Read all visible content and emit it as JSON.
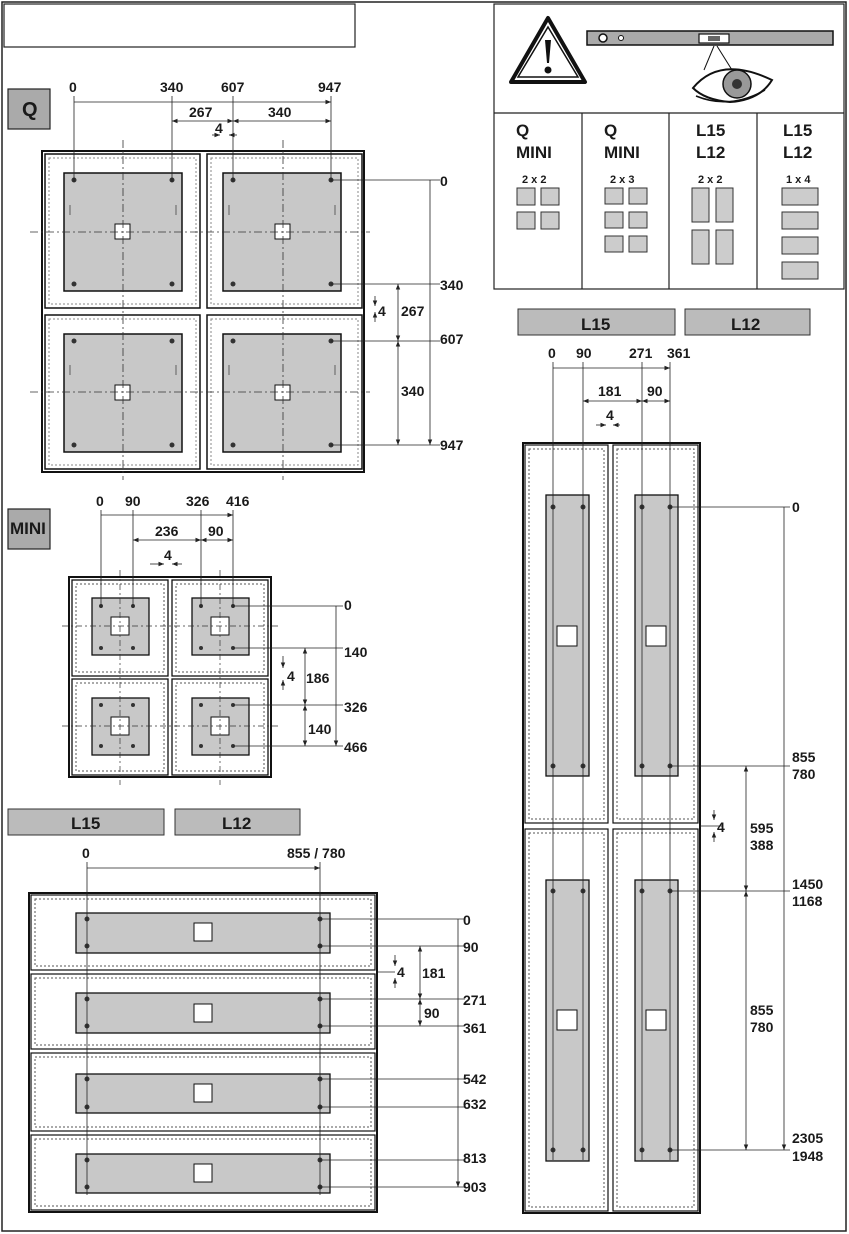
{
  "header": {
    "blank_box_text": ""
  },
  "warning": {
    "icon": "warning-triangle-icon",
    "level_icon": "spirit-level-icon",
    "eye_icon": "eye-icon"
  },
  "config_table": {
    "columns": [
      {
        "line1": "Q",
        "line2": "MINI",
        "layout": "2 x 2"
      },
      {
        "line1": "Q",
        "line2": "MINI",
        "layout": "2 x 3"
      },
      {
        "line1": "L15",
        "line2": "L12",
        "layout": "2 x 2"
      },
      {
        "line1": "L15",
        "line2": "L12",
        "layout": "1 x 4"
      }
    ]
  },
  "section_q": {
    "label": "Q",
    "top_dims": [
      "0",
      "340",
      "607",
      "947"
    ],
    "inner_top_dims": [
      "267",
      "340"
    ],
    "gap": "4",
    "right_dims": [
      "0",
      "340",
      "607",
      "947"
    ],
    "inner_right_dims": [
      "267",
      "340"
    ]
  },
  "section_mini": {
    "label": "MINI",
    "top_dims": [
      "0",
      "90",
      "326",
      "416"
    ],
    "inner_top_dims": [
      "236",
      "90"
    ],
    "gap": "4",
    "right_dims": [
      "0",
      "140",
      "326",
      "466"
    ],
    "inner_right_dims": [
      "186",
      "140"
    ]
  },
  "section_l_horizontal": {
    "tabs": [
      "L15",
      "L12"
    ],
    "top_dims": [
      "0",
      "855 / 780"
    ],
    "right_dims": [
      "0",
      "90",
      "271",
      "361",
      "542",
      "632",
      "813",
      "903"
    ],
    "inner_right_dims": [
      "181",
      "90"
    ],
    "gap": "4"
  },
  "section_l_vertical": {
    "tabs": [
      "L15",
      "L12"
    ],
    "top_dims": [
      "0",
      "90",
      "271",
      "361"
    ],
    "inner_top_dims": [
      "181",
      "90"
    ],
    "gap": "4",
    "right_dims": [
      [
        "0"
      ],
      [
        "855",
        "780"
      ],
      [
        "1450",
        "1168"
      ],
      [
        "2305",
        "1948"
      ]
    ],
    "inner_right_dims": [
      [
        "595",
        "388"
      ],
      [
        "855",
        "780"
      ]
    ]
  }
}
